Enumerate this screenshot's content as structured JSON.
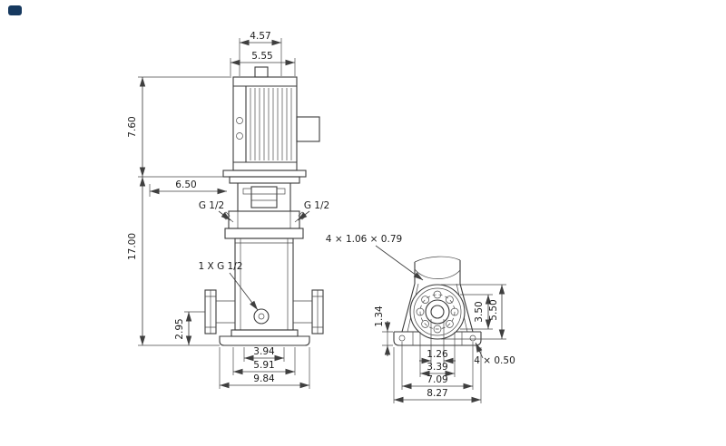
{
  "front_view": {
    "dim_fan_cover_width": "4.57",
    "dim_motor_width": "5.55",
    "dim_motor_height": "7.60",
    "dim_head_clearance": "6.50",
    "vent_port_left": "G 1/2",
    "vent_port_right": "G 1/2",
    "dim_total_height": "17.00",
    "drain_port_label": "1 X G 1/2",
    "dim_port_height": "2.95",
    "dim_flange_spacing": "3.94",
    "dim_base_inner_width": "5.91",
    "dim_overall_width": "9.84"
  },
  "base_view": {
    "slot_note": "4 × 1.06  × 0.79",
    "dim_base_plate_height": "1.34",
    "dim_bolt_circle_vertical": "3.50",
    "dim_flange_vertical": "5.50",
    "dim_port_bore": "1.26",
    "dim_bolt_circle_horizontal": "3.39",
    "dim_foot_hole_spacing": "7.09",
    "dim_base_plate_width": "8.27",
    "hole_note": "4 × 0.50"
  }
}
